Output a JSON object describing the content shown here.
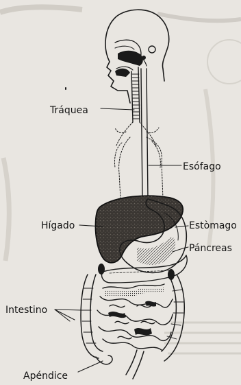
{
  "figure": {
    "labels": {
      "traquea": "Tráquea",
      "esofago": "Esófago",
      "higado": "Hígado",
      "estomago": "Estòmago",
      "pancreas": "Páncreas",
      "intestino": "Intestino",
      "apendice": "Apéndice"
    }
  },
  "colors": {
    "ink": "#1a1a1a",
    "paper": "#e9e6e1",
    "liver_fill": "#3a3632",
    "show_through": "#b4b0aa"
  }
}
